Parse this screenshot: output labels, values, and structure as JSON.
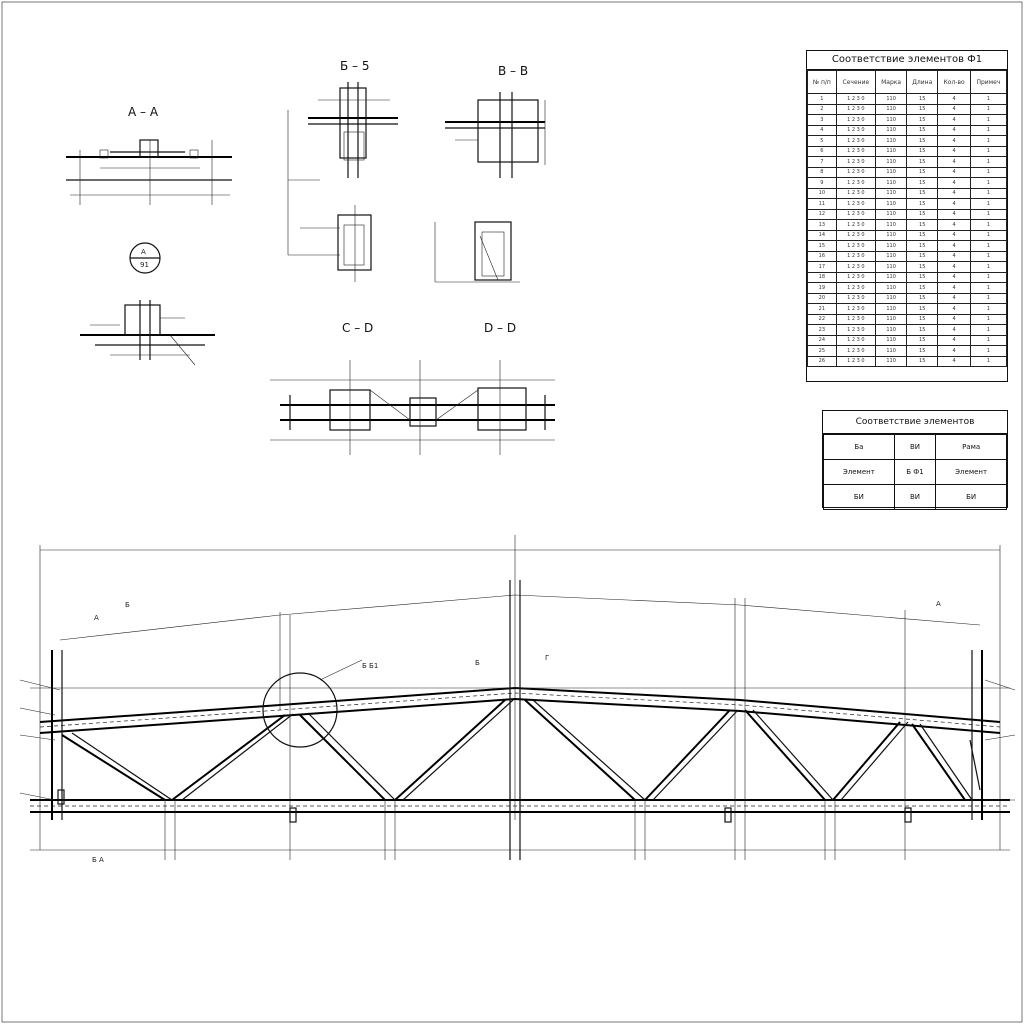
{
  "section_labels": {
    "a": "A – A",
    "b5": "Б – 5",
    "bb": "В – В",
    "cd": "С – D",
    "dd": "D – D"
  },
  "callout": {
    "letter": "A",
    "number": "91"
  },
  "spec_table": {
    "title": "Cooтветствие элементов Ф1",
    "headers": [
      "№ п/п",
      "Сечение",
      "Марка",
      "Длина",
      "Кол-во",
      "Примеч"
    ],
    "rows": [
      [
        "1",
        "1 2 3 0",
        "110",
        "15",
        "4",
        "1"
      ],
      [
        "2",
        "1 2 3 0",
        "110",
        "15",
        "4",
        "1"
      ],
      [
        "3",
        "1 2 3 0",
        "110",
        "15",
        "4",
        "1"
      ],
      [
        "4",
        "1 2 3 0",
        "110",
        "15",
        "4",
        "1"
      ],
      [
        "5",
        "1 2 3 0",
        "110",
        "15",
        "4",
        "1"
      ],
      [
        "6",
        "1 2 3 0",
        "110",
        "15",
        "4",
        "1"
      ],
      [
        "7",
        "1 2 3 0",
        "110",
        "15",
        "4",
        "1"
      ],
      [
        "8",
        "1 2 3 0",
        "110",
        "15",
        "4",
        "1"
      ],
      [
        "9",
        "1 2 3 0",
        "110",
        "15",
        "4",
        "1"
      ],
      [
        "10",
        "1 2 3 0",
        "110",
        "15",
        "4",
        "1"
      ],
      [
        "11",
        "1 2 3 0",
        "110",
        "15",
        "4",
        "1"
      ],
      [
        "12",
        "1 2 3 0",
        "110",
        "15",
        "4",
        "1"
      ],
      [
        "13",
        "1 2 3 0",
        "110",
        "15",
        "4",
        "1"
      ],
      [
        "14",
        "1 2 3 0",
        "110",
        "15",
        "4",
        "1"
      ],
      [
        "15",
        "1 2 3 0",
        "110",
        "15",
        "4",
        "1"
      ],
      [
        "16",
        "1 2 3 0",
        "110",
        "15",
        "4",
        "1"
      ],
      [
        "17",
        "1 2 3 0",
        "110",
        "15",
        "4",
        "1"
      ],
      [
        "18",
        "1 2 3 0",
        "110",
        "15",
        "4",
        "1"
      ],
      [
        "19",
        "1 2 3 0",
        "110",
        "15",
        "4",
        "1"
      ],
      [
        "20",
        "1 2 3 0",
        "110",
        "15",
        "4",
        "1"
      ],
      [
        "21",
        "1 2 3 0",
        "110",
        "15",
        "4",
        "1"
      ],
      [
        "22",
        "1 2 3 0",
        "110",
        "15",
        "4",
        "1"
      ],
      [
        "23",
        "1 2 3 0",
        "110",
        "15",
        "4",
        "1"
      ],
      [
        "24",
        "1 2 3 0",
        "110",
        "15",
        "4",
        "1"
      ],
      [
        "25",
        "1 2 3 0",
        "110",
        "15",
        "4",
        "1"
      ],
      [
        "26",
        "1 2 3 0",
        "110",
        "15",
        "4",
        "1"
      ]
    ]
  },
  "legend_table": {
    "title": "Cooтветствие элементов",
    "rows": [
      [
        "Ба",
        "ВИ",
        "Рама"
      ],
      [
        "Элемент",
        "Б Ф1",
        "Элемент"
      ],
      [
        "БИ",
        "ВИ",
        "БИ"
      ]
    ]
  },
  "truss_labels": {
    "node_detail": "Б Б1",
    "left_mark": "А",
    "left_mark2": "Б",
    "mid_mark": "Б",
    "mid_mark2": "Г",
    "right_mark": "А",
    "bottom_mark": "Б А"
  }
}
